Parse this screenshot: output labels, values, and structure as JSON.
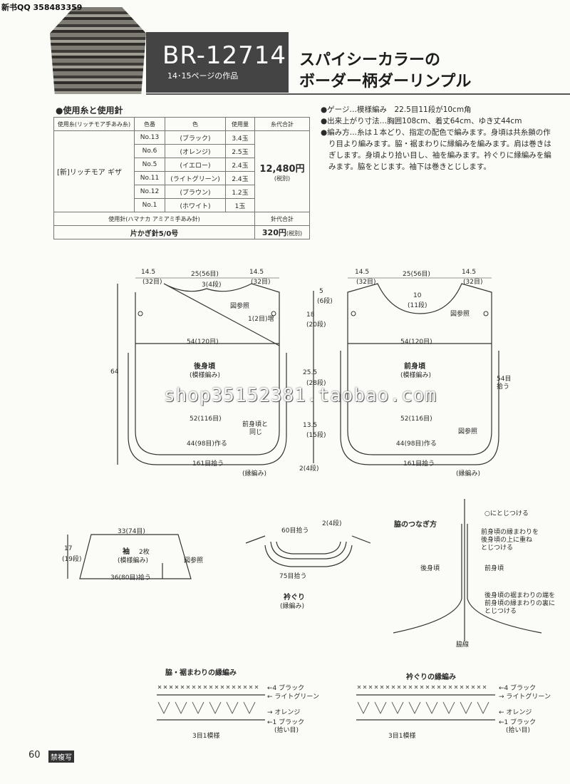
{
  "header": {
    "qq": "新书QQ 358483359",
    "model": "BR-12714",
    "pages": "14･15ページの作品",
    "title_line1": "スパイシーカラーの",
    "title_line2": "ボーダー柄ダーリンプル"
  },
  "materials": {
    "heading": "●使用糸と使用針",
    "col_yarn": "使用糸(リッチモア手あみ糸)",
    "col_num": "色番",
    "col_color": "色",
    "col_amount": "使用量",
    "col_price": "糸代合計",
    "yarn_name": "[新]リッチモア ギザ",
    "rows": [
      {
        "num": "No.13",
        "color": "(ブラック)",
        "amount": "3.4玉"
      },
      {
        "num": "No.6",
        "color": "(オレンジ)",
        "amount": "2.5玉"
      },
      {
        "num": "No.5",
        "color": "(イエロー)",
        "amount": "2.4玉"
      },
      {
        "num": "No.11",
        "color": "(ライトグリーン)",
        "amount": "2.4玉"
      },
      {
        "num": "No.12",
        "color": "(ブラウン)",
        "amount": "1.2玉"
      },
      {
        "num": "No.1",
        "color": "(ホワイト)",
        "amount": "1玉"
      }
    ],
    "yarn_total": "12,480円",
    "tax": "(税別)",
    "needle_head": "使用針(ハマナカ アミアミ手あみ針)",
    "needle_price_head": "針代合計",
    "needle": "片かぎ針5/0号",
    "needle_total": "320円",
    "needle_tax": "(税別)"
  },
  "info": {
    "gauge": "●ゲージ…模様編み　22.5目11段が10cm角",
    "size": "●出来上がり寸法…胸囲108cm、着丈64cm、ゆき丈44cm",
    "method1": "●編み方…糸は１本どり、指定の配色で編みます。身頃は共糸鎖の作",
    "method2": "り目より編みます。脇・裾まわりに縁編みを編みます。肩は巻きは",
    "method3": "ぎします。身頃より拾い目し、袖を編みます。衿ぐりに縁編みを編",
    "method4": "みます。脇をとじます。袖下は巻きとじします。"
  },
  "back": {
    "w1": "14.5",
    "w1s": "(32目)",
    "w2": "25(56目)",
    "w3": "14.5",
    "w3s": "(32目)",
    "neck": "3(4段)",
    "ref": "図参照",
    "inc": "1(2目)増",
    "w54": "54(120目)",
    "name": "後身頃",
    "pattern": "(模様編み)",
    "w52": "52(116目)",
    "same1": "前身頃と",
    "same2": "同じ",
    "w44": "44(98目)作る",
    "w161": "161目拾う",
    "edge": "(縁編み)",
    "height": "64"
  },
  "middle": {
    "m5": "5",
    "m5s": "(6段)",
    "m18": "18",
    "m18s": "(20段)",
    "m255": "25.5",
    "m255s": "(28段)",
    "m135": "13.5",
    "m135s": "(15段)",
    "m2": "2(4段)"
  },
  "front": {
    "w1": "14.5",
    "w1s": "(32目)",
    "w2": "25(56目)",
    "w3": "14.5",
    "w3s": "(32目)",
    "neck": "10",
    "necks": "(11段)",
    "ref": "図参照",
    "w54": "54(120目)",
    "name": "前身頃",
    "pattern": "(模様編み)",
    "pick54": "54目",
    "pick54s": "拾う",
    "w52": "52(116目)",
    "ref2": "図参照",
    "w44": "44(98目)作る",
    "w161": "161目拾う",
    "edge": "(縁編み)"
  },
  "sleeve": {
    "top": "33(74目)",
    "h17": "17",
    "h17s": "(19段)",
    "name": "袖",
    "count": "2枚",
    "pattern": "(模様編み)",
    "ref": "図参照",
    "bottom": "36(80目)拾う"
  },
  "collar": {
    "top": "60目拾う",
    "rows": "2(4段)",
    "bottom": "75目拾う",
    "name": "衿ぐり",
    "edge": "(縁編み)"
  },
  "join": {
    "title": "脇のつなぎ方",
    "mark": "○にとじつける",
    "note1": "前身頃の縁まわりを",
    "note2": "後身頃の上に重ね",
    "note3": "とじつける",
    "back": "後身頃",
    "front": "前身頃",
    "note4": "後身頃の裾まわりの端を",
    "note5": "前身頃の縁まわりの裏に",
    "note6": "とじつける",
    "side": "脇線"
  },
  "edge1": {
    "title": "脇・裾まわりの縁編み",
    "l1": "←4 ブラック",
    "l2": "← ライトグリーン",
    "l3": "→ オレンジ",
    "l4": "←1 ブラック",
    "l4s": "(拾い目)",
    "repeat": "3目1模様"
  },
  "edge2": {
    "title": "衿ぐりの縁編み",
    "l1": "←4 ブラック",
    "l2": "→ ライトグリーン",
    "l3": "← オレンジ",
    "l4": "←1 ブラック",
    "l4s": "(拾い目)",
    "repeat": "3目1模様"
  },
  "watermark": "shop35152381.taobao.com",
  "footer": {
    "page": "60",
    "nocopy": "禁複写"
  }
}
